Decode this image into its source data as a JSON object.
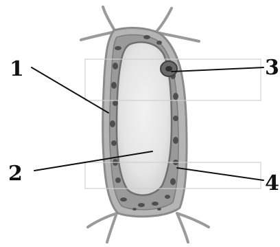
{
  "diagram": {
    "labels": [
      {
        "id": "1",
        "text": "1"
      },
      {
        "id": "2",
        "text": "2"
      },
      {
        "id": "3",
        "text": "3"
      },
      {
        "id": "4",
        "text": "4"
      }
    ]
  },
  "colors": {
    "background": "#ffffff",
    "ink": "#111111",
    "cell_wall": "#a8a8a8",
    "cytoplasm": "#8f8f8f",
    "vacuole": "#e6e6e6",
    "granules": "#4a4a4a",
    "nucleus": "#5a5a5a",
    "highlight_box": "#c8c8c8"
  }
}
